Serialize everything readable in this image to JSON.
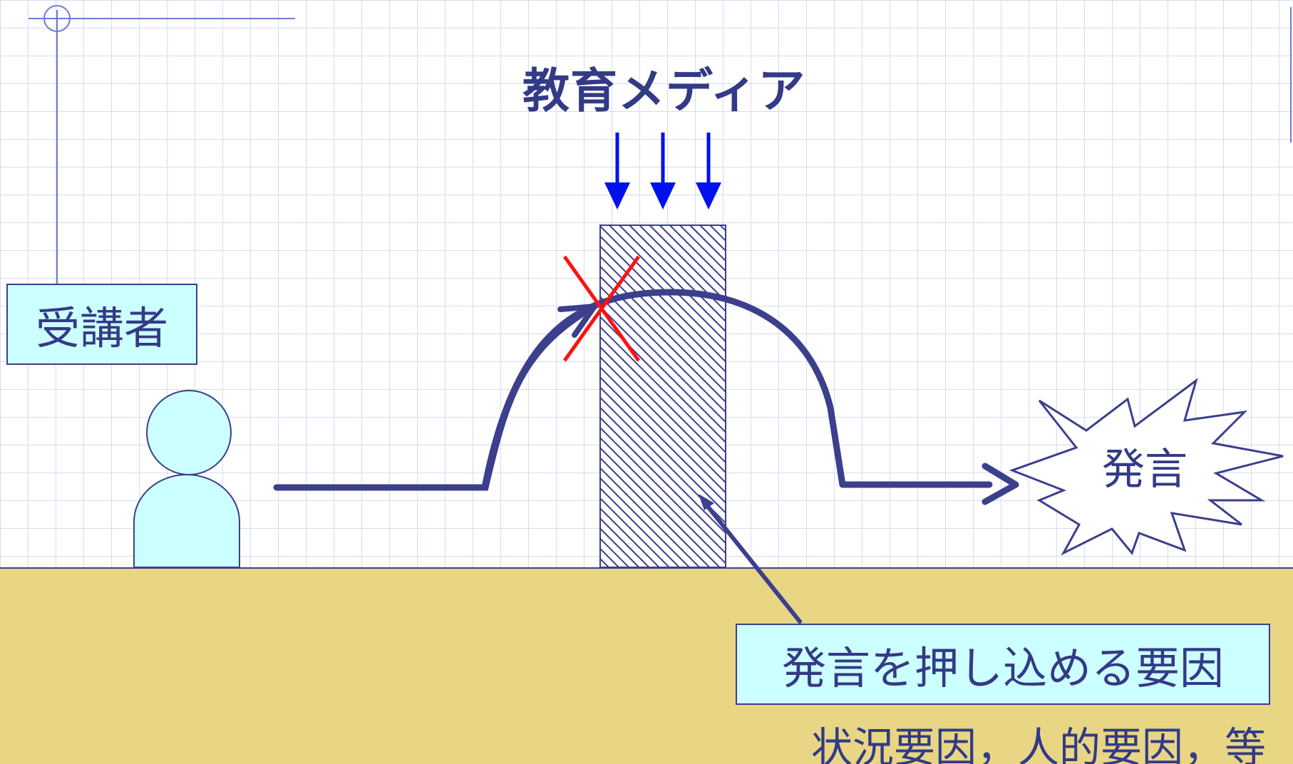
{
  "title": "教育メディア",
  "learner_label": "受講者",
  "utterance_label": "発言",
  "suppress_factor_label": "発言を押し込める要因",
  "factor_examples": "状況要因，人的要因，等",
  "icons": {
    "learner": "person-icon",
    "utterance": "burst-icon",
    "block": "cross-mark-icon"
  },
  "colors": {
    "accent": "#3b3f8c",
    "box_fill": "#ccffff",
    "floor": "#e8d685",
    "media_arrows": "#0011ee",
    "cross": "#ff1111"
  }
}
